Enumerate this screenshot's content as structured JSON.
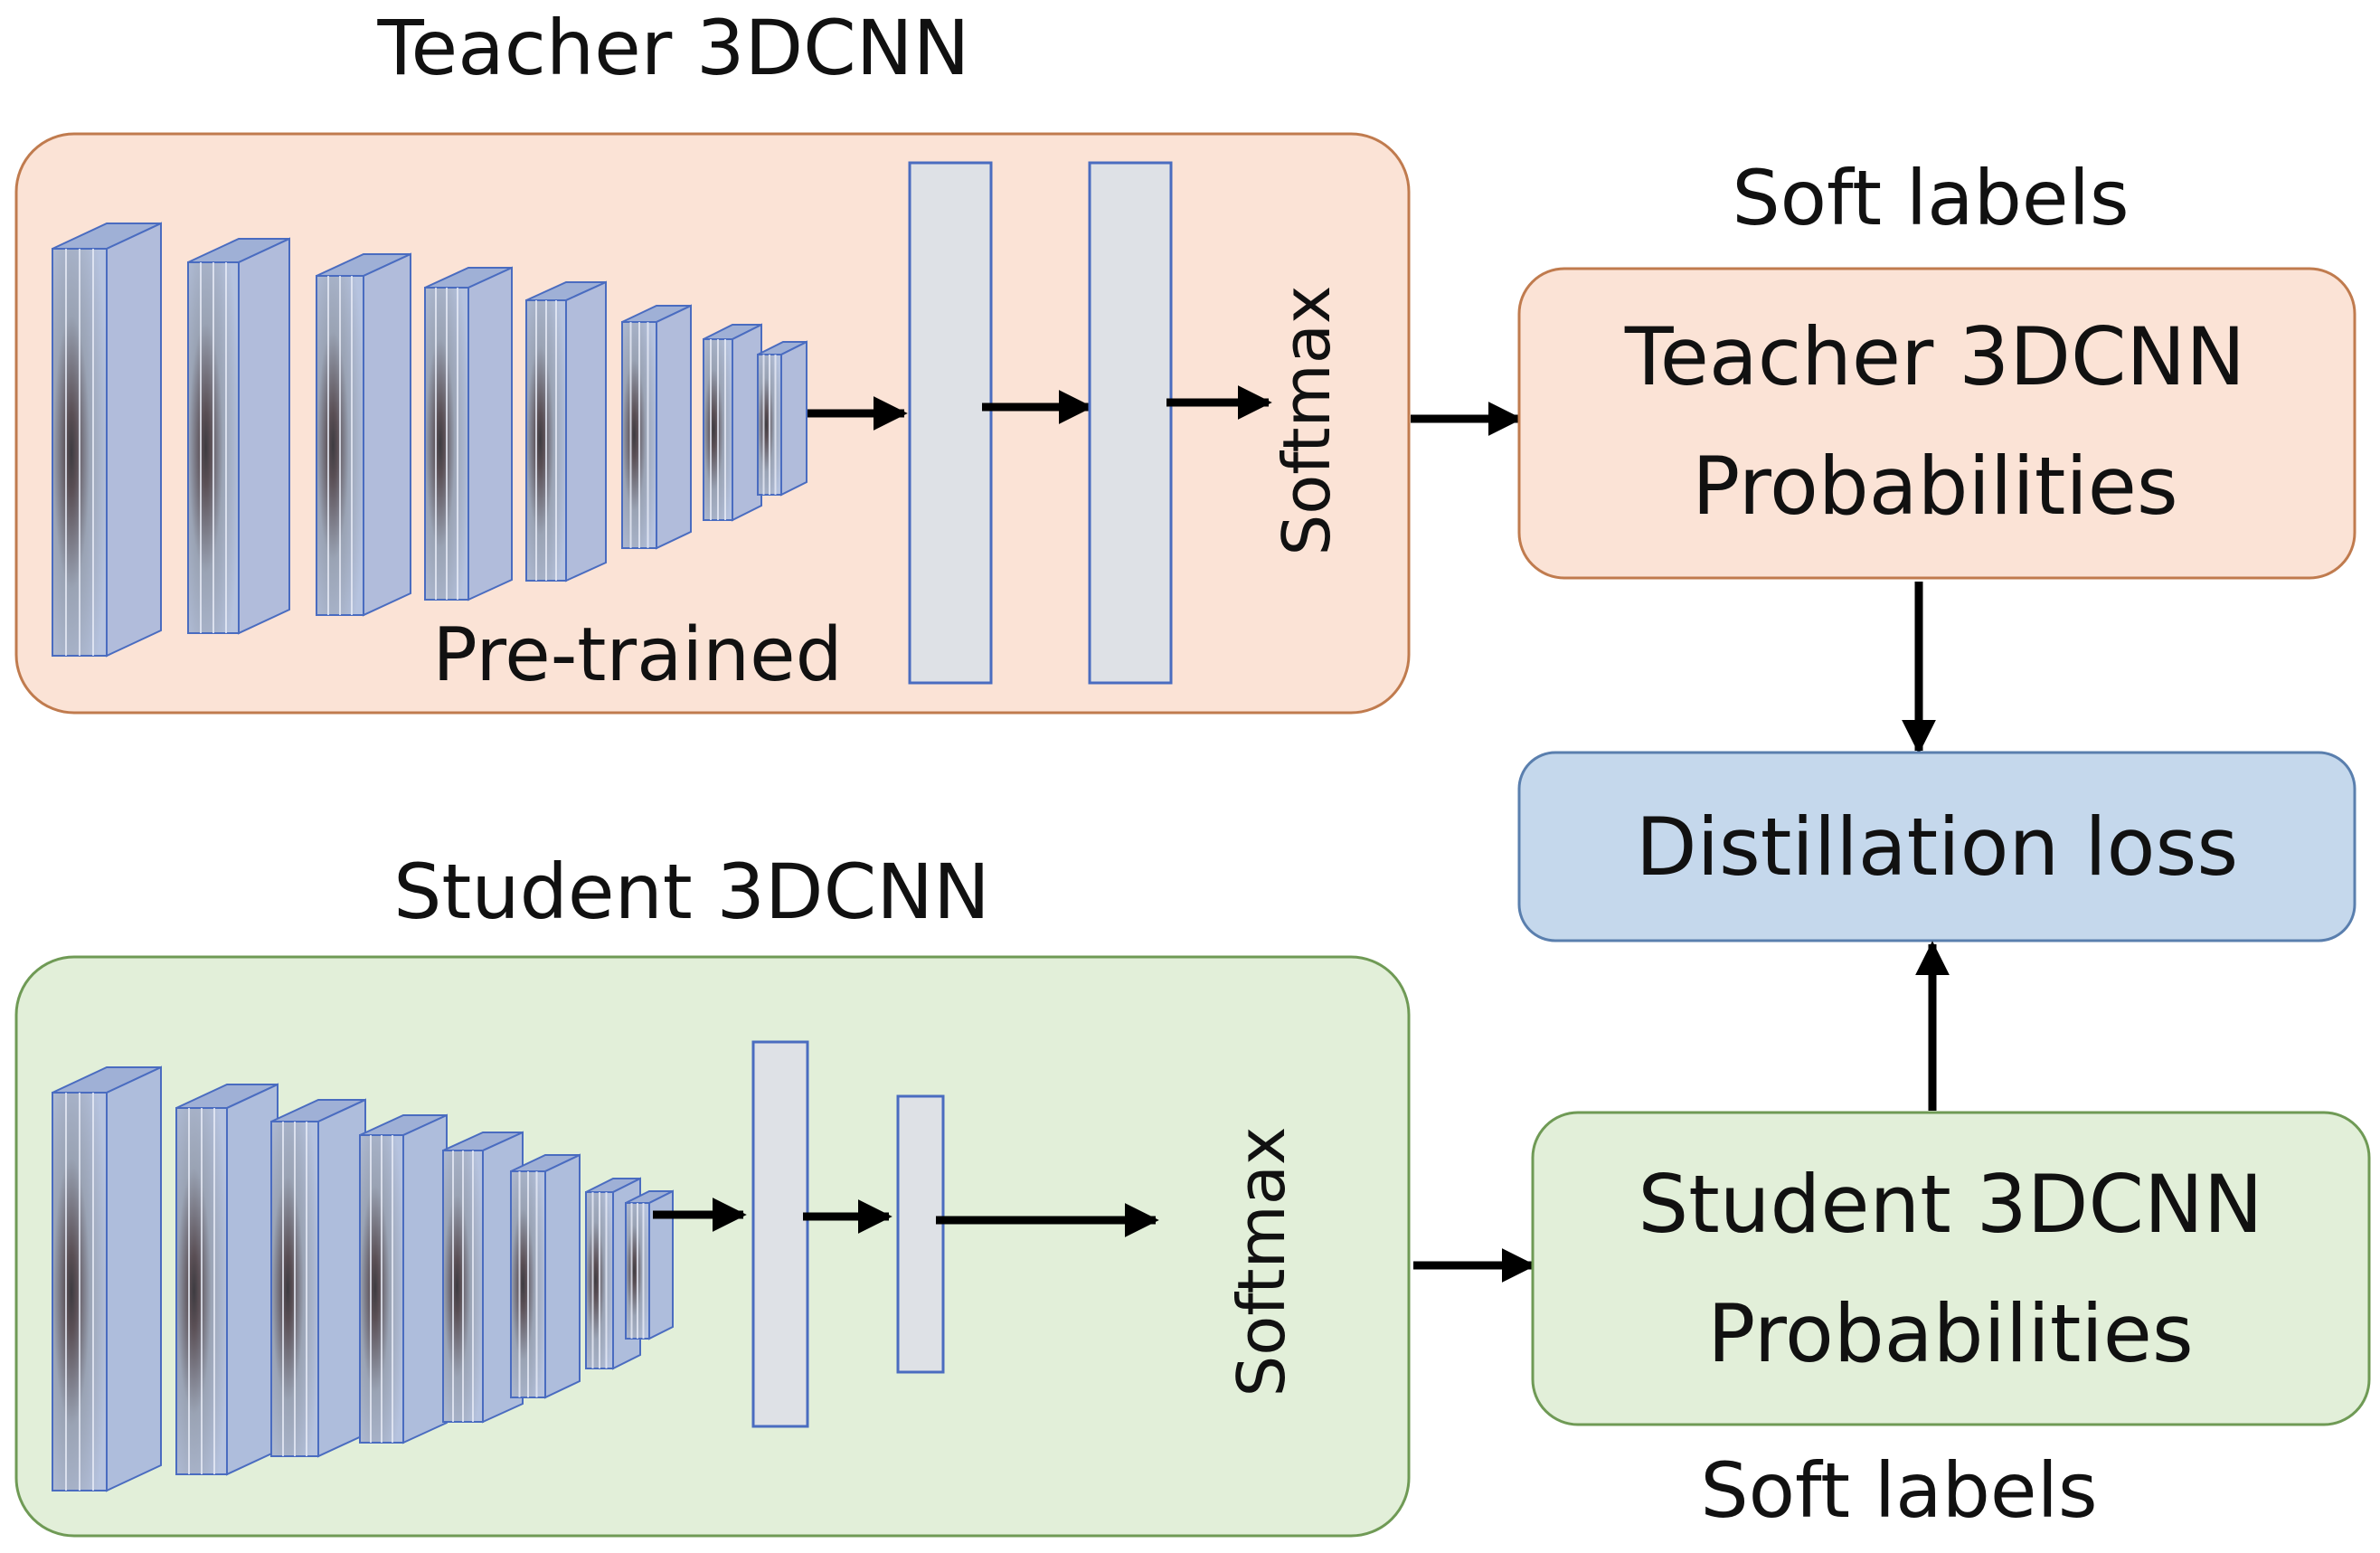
{
  "teacher": {
    "title": "Teacher 3DCNN",
    "pretrained_label": "Pre-trained",
    "softmax_label": "Softmax"
  },
  "student": {
    "title": "Student 3DCNN",
    "softmax_label": "Softmax"
  },
  "teacher_probabilities": {
    "line1": "Teacher 3DCNN",
    "line2": "Probabilities",
    "caption": "Soft labels"
  },
  "student_probabilities": {
    "line1": "Student 3DCNN",
    "line2": "Probabilities",
    "caption": "Soft labels"
  },
  "distillation": {
    "label": "Distillation loss"
  },
  "colors": {
    "teacher_fill": "#fbe3d6",
    "teacher_stroke": "#c07b4e",
    "student_fill": "#e2efd9",
    "student_stroke": "#6f9a55",
    "loss_fill": "#c5d8ec",
    "loss_stroke": "#5a7fae",
    "layer_fill": "#dee1e6",
    "layer_stroke": "#4a6cc0"
  }
}
